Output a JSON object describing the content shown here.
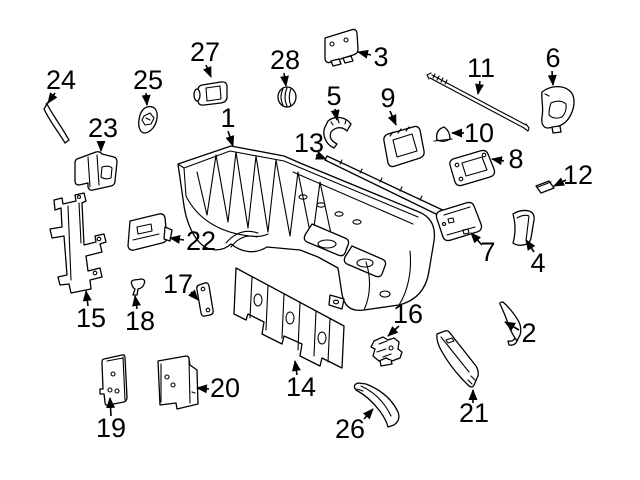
{
  "figure": {
    "background_color": "#ffffff",
    "line_color": "#000000",
    "callouts": [
      "1",
      "2",
      "3",
      "4",
      "5",
      "6",
      "7",
      "8",
      "9",
      "10",
      "11",
      "12",
      "13",
      "14",
      "15",
      "16",
      "17",
      "18",
      "19",
      "20",
      "21",
      "22",
      "23",
      "24",
      "25",
      "26",
      "27",
      "28"
    ]
  }
}
